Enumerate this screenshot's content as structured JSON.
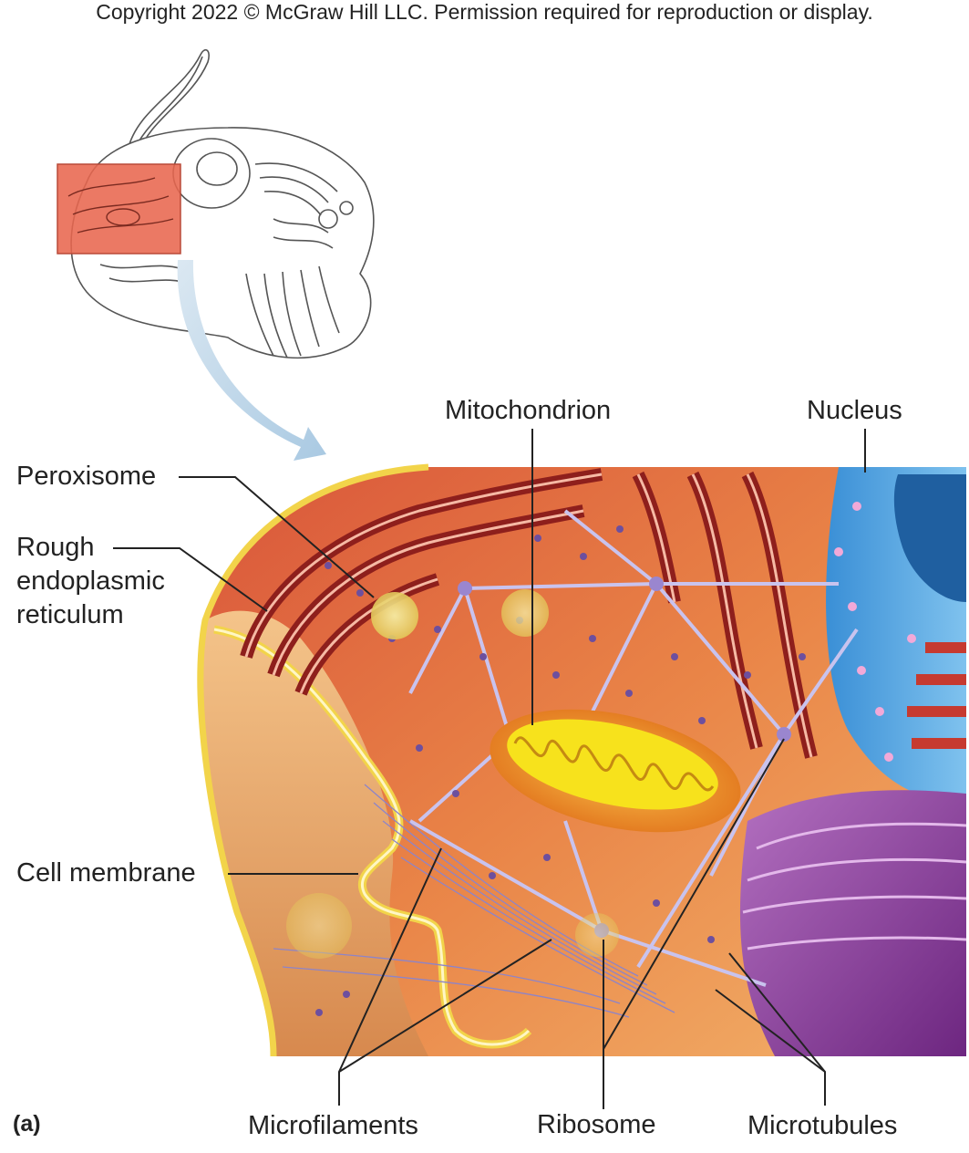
{
  "copyright": "Copyright 2022 © McGraw Hill LLC. Permission required for reproduction or display.",
  "panel_label": "(a)",
  "labels": {
    "mitochondrion": "Mitochondrion",
    "nucleus": "Nucleus",
    "peroxisome": "Peroxisome",
    "rough_er_line1": "Rough",
    "rough_er_line2": "endoplasmic",
    "rough_er_line3": "reticulum",
    "cell_membrane": "Cell membrane",
    "microfilaments": "Microfilaments",
    "ribosome": "Ribosome",
    "microtubules": "Microtubules"
  },
  "colors": {
    "inset_highlight": "#e8664f",
    "arrow": "#b9d3e6",
    "cytoplasm": "#e2743a",
    "rough_er": "#b6302a",
    "membrane": "#f2d44a",
    "nucleus": "#3f9bd9",
    "golgi": "#8e3d99",
    "cytoskeleton": "#b6b0e0",
    "mitochondrion_outer": "#f08a22",
    "mitochondrion_inner": "#f7e21c"
  }
}
